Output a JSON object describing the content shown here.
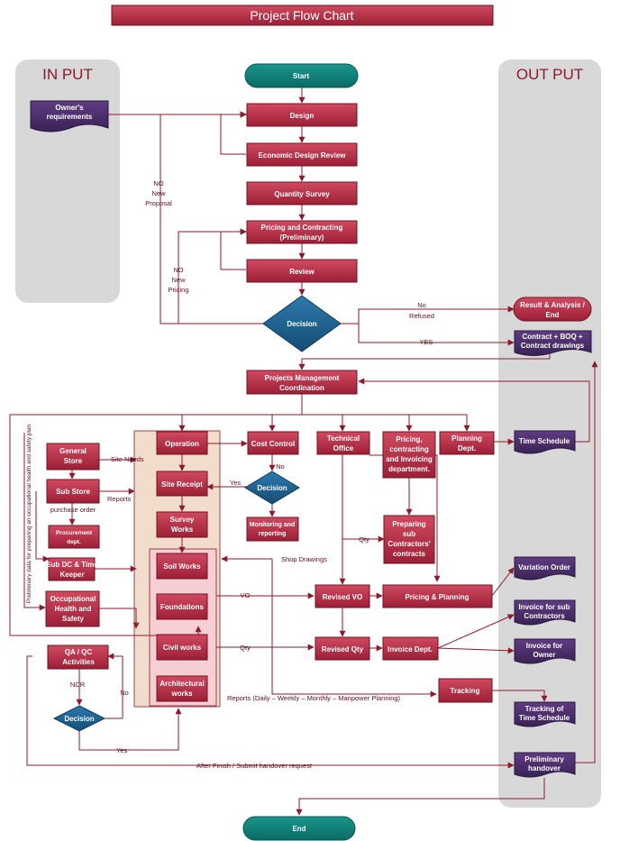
{
  "title": "Project Flow Chart",
  "input_panel": {
    "label": "IN PUT"
  },
  "output_panel": {
    "label": "OUT PUT"
  },
  "terminals": {
    "start": "Start",
    "end": "End"
  },
  "inputs": {
    "owners_requirements": [
      "Owner's",
      "requirements"
    ]
  },
  "process": {
    "design": "Design",
    "economic_design_review": "Economic Design Review",
    "quantity_survey": "Quantity Survey",
    "pricing_contracting": [
      "Pricing and Contracting",
      "(Preliminary)"
    ],
    "review": "Review",
    "projects_management": [
      "Projects Management",
      "Coordination"
    ],
    "operation": "Operation",
    "site_receipt": "Site Receipt",
    "survey_works": [
      "Survey",
      "Works"
    ],
    "soil_works": "Soil Works",
    "foundations": "Foundations",
    "civil_works": "Civil works",
    "architectural_works": [
      "Architectural",
      "works"
    ],
    "cost_control": "Cost Control",
    "monitoring_reporting": [
      "Monitoring and",
      "reporting"
    ],
    "technical_office": [
      "Technical",
      "Office"
    ],
    "pricing_invoicing": [
      "Pricing,",
      "contracting",
      "and Invoicing",
      "department."
    ],
    "planning_dept": [
      "Planning",
      "Dept."
    ],
    "preparing_sub": [
      "Preparing",
      "sub",
      "Contractors'",
      "contracts"
    ],
    "revised_vo": "Revised VO",
    "pricing_planning": "Pricing & Planning",
    "revised_qty": "Revised Qty",
    "invoice_dept": "Invoice Dept.",
    "tracking": "Tracking",
    "general_store": [
      "General",
      "Store"
    ],
    "sub_store": "Sub Store",
    "procurement": [
      "Procurement",
      "dept."
    ],
    "sub_dc": [
      "Sub DC & Time",
      "Keeper"
    ],
    "ohs": [
      "Occupational",
      "Health and",
      "Safety"
    ],
    "qa_qc": [
      "QA / QC",
      "Activities"
    ]
  },
  "decisions": {
    "main": "Decision",
    "cost": "Decision",
    "qa": "Decision"
  },
  "outputs": {
    "result_analysis": [
      "Result & Analysis /",
      "End"
    ],
    "contract_boq": [
      "Contract + BOQ +",
      "Contract drawings"
    ],
    "time_schedule": "Time Schedule",
    "variation_order": "Variation Order",
    "invoice_sub": [
      "Invoice for sub",
      "Contractors"
    ],
    "invoice_owner": [
      "Invoice for",
      "Owner"
    ],
    "tracking_schedule": [
      "Tracking of",
      "Time Schedule"
    ],
    "preliminary_handover": [
      "Preliminary",
      "handover"
    ]
  },
  "edge_labels": {
    "no_new_proposal": [
      "NO",
      "New",
      "Proposal"
    ],
    "no_new_pricing": [
      "NO",
      "New",
      "Pricing"
    ],
    "no_refused": [
      "No",
      "Refused"
    ],
    "yes_main": "YES",
    "site_needs": "Site Needs",
    "reports": "Reports",
    "purchase_order": "purchase order",
    "yes_cost": "Yes",
    "no_cost": "No",
    "shop_drawings": "Shop Drawings",
    "vo": "VO",
    "qty_a": "Qty",
    "qty_b": "Qty",
    "ncr": "NCR",
    "no_qa": "No",
    "yes_qa": "Yes",
    "reports_long": "Reports (Daily – Weekly – Monthly – Manpower Planning)",
    "after_finish": "After Finish / Submit handover request",
    "vertical_note": "Preliminary data for preparing an occupational health and safety plan"
  },
  "colors": {
    "process_fill": "#b8334a",
    "process_stroke": "#6e1222",
    "terminal": "#0f8078",
    "decision": "#1d5f8e",
    "output_doc": "#4b2f6a",
    "result_pill": "#b8334a",
    "panel": "#d8d8d8",
    "connector": "#8b1a2b",
    "site_zone": "#f2dccb",
    "works_zone": "#f5cfd2"
  }
}
